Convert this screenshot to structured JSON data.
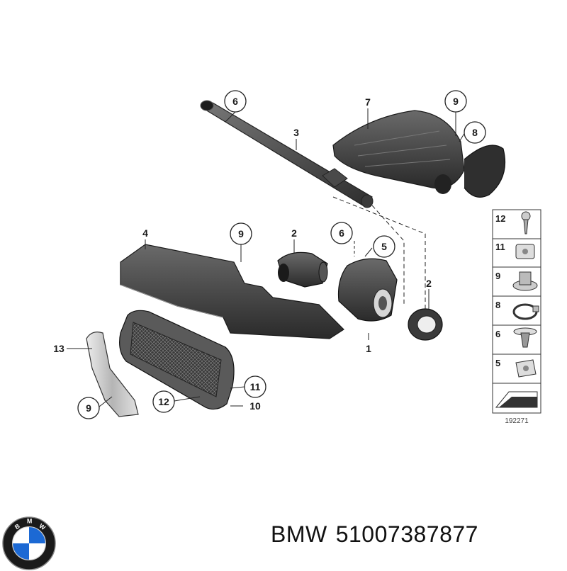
{
  "diagram": {
    "parts": [
      {
        "id": "1",
        "label": "1"
      },
      {
        "id": "2a",
        "label": "2"
      },
      {
        "id": "2b",
        "label": "2"
      },
      {
        "id": "3",
        "label": "3"
      },
      {
        "id": "4",
        "label": "4"
      },
      {
        "id": "5",
        "label": "5"
      },
      {
        "id": "6a",
        "label": "6"
      },
      {
        "id": "6b",
        "label": "6"
      },
      {
        "id": "7",
        "label": "7"
      },
      {
        "id": "8",
        "label": "8"
      },
      {
        "id": "9a",
        "label": "9"
      },
      {
        "id": "9b",
        "label": "9"
      },
      {
        "id": "9c",
        "label": "9"
      },
      {
        "id": "10",
        "label": "10"
      },
      {
        "id": "11",
        "label": "11"
      },
      {
        "id": "12",
        "label": "12"
      },
      {
        "id": "13",
        "label": "13"
      }
    ],
    "legend": [
      "12",
      "11",
      "9",
      "8",
      "6",
      "5"
    ],
    "figure_number": "192271"
  },
  "caption": {
    "brand": "BMW",
    "part_number": "51007387877"
  },
  "logo": {
    "letters": "BMW",
    "colors": {
      "blue": "#1c69d4",
      "ring": "#1a1a1a",
      "white": "#ffffff"
    }
  }
}
